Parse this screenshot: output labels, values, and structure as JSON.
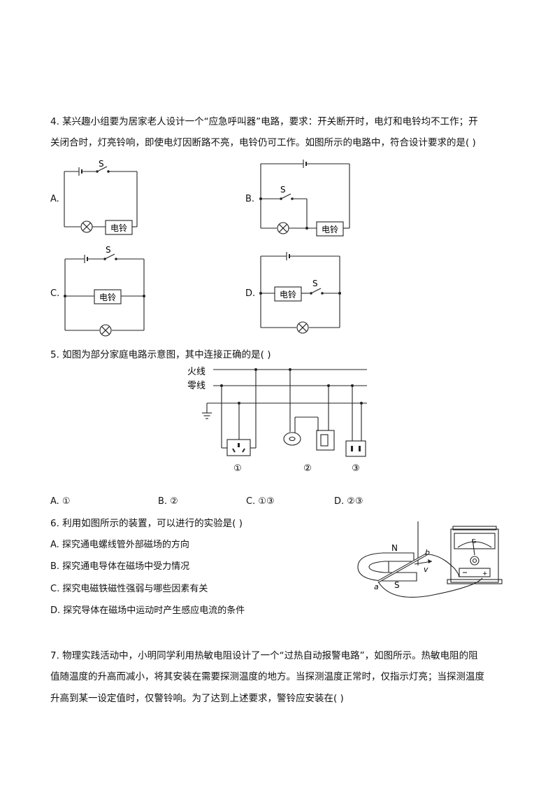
{
  "q4": {
    "line1": "4. 某兴趣小组要为居家老人设计一个“应急呼叫器”电路，要求：开关断开时，电灯和电铃均不工作；开",
    "line2": "关闭合时，灯亮铃响，即使电灯因断路不亮，电铃仍可工作。如图所示的电路中，符合设计要求的是(    )",
    "labels": {
      "a": "A.",
      "b": "B.",
      "c": "C.",
      "d": "D."
    },
    "switch_label": "S",
    "bell_label": "电铃"
  },
  "q5": {
    "stem": "5. 如图为部分家庭电路示意图，其中连接正确的是(    )",
    "live_wire": "火线",
    "neutral_wire": "零线",
    "marks": [
      "①",
      "②",
      "③"
    ],
    "options": {
      "a": "A. ①",
      "b": "B. ②",
      "c": "C. ①③",
      "d": "D. ②③"
    }
  },
  "q6": {
    "stem": "6. 利用如图所示的装置，可以进行的实验是(    )",
    "options": {
      "a": "A. 探究通电螺线管外部磁场的方向",
      "b": "B. 探究通电导体在磁场中受力情况",
      "c": "C. 探究电磁铁磁性强弱与哪些因素有关",
      "d": "D. 探究导体在磁场中运动时产生感应电流的条件"
    },
    "magnet_n": "N",
    "magnet_s": "S",
    "rod_a": "a",
    "rod_b": "b",
    "velocity": "v",
    "meter_g": "G"
  },
  "q7": {
    "line1": "7. 物理实践活动中，小明同学利用热敏电阻设计了一个“过热自动报警电路”，如图所示。热敏电阻的阻",
    "line2": "值随温度的升高而减小，将其安装在需要探测温度的地方。当探测温度正常时，仅指示灯亮；当探测温度",
    "line3": "升高到某一设定值时，仅警铃响。为了达到上述要求，警铃应安装在(    )"
  }
}
